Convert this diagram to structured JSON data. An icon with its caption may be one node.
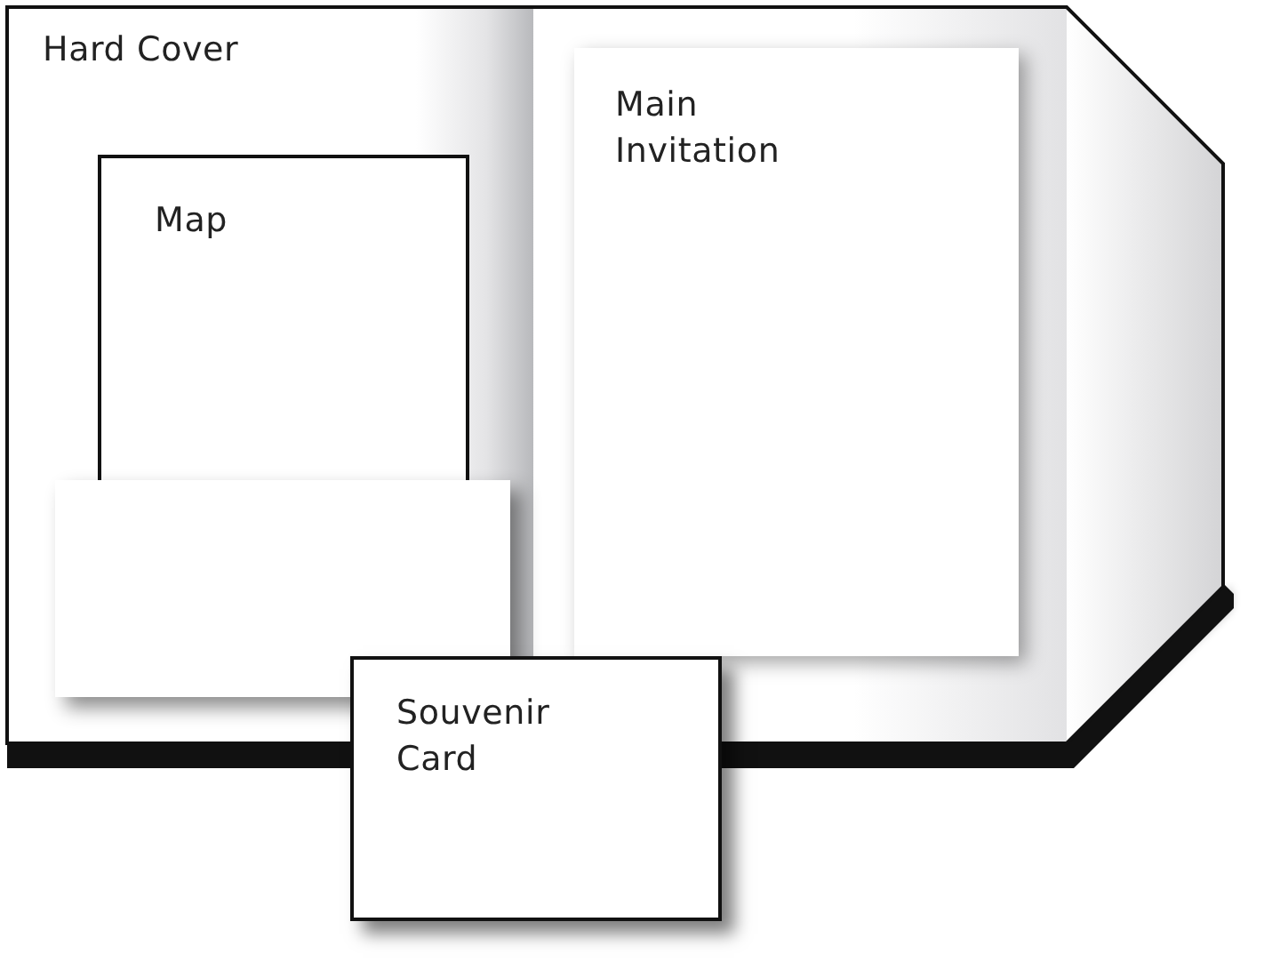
{
  "diagram": {
    "nodes": [
      {
        "text": [
          "Hard Cover"
        ]
      },
      {
        "text": [
          "Map"
        ],
        "in": 0
      },
      {
        "text": [],
        "shape": "box",
        "in": 0
      },
      {
        "text": [
          "Main Invitation"
        ],
        "in": 0
      },
      {
        "text": [
          "Souvenir Card"
        ]
      }
    ]
  }
}
